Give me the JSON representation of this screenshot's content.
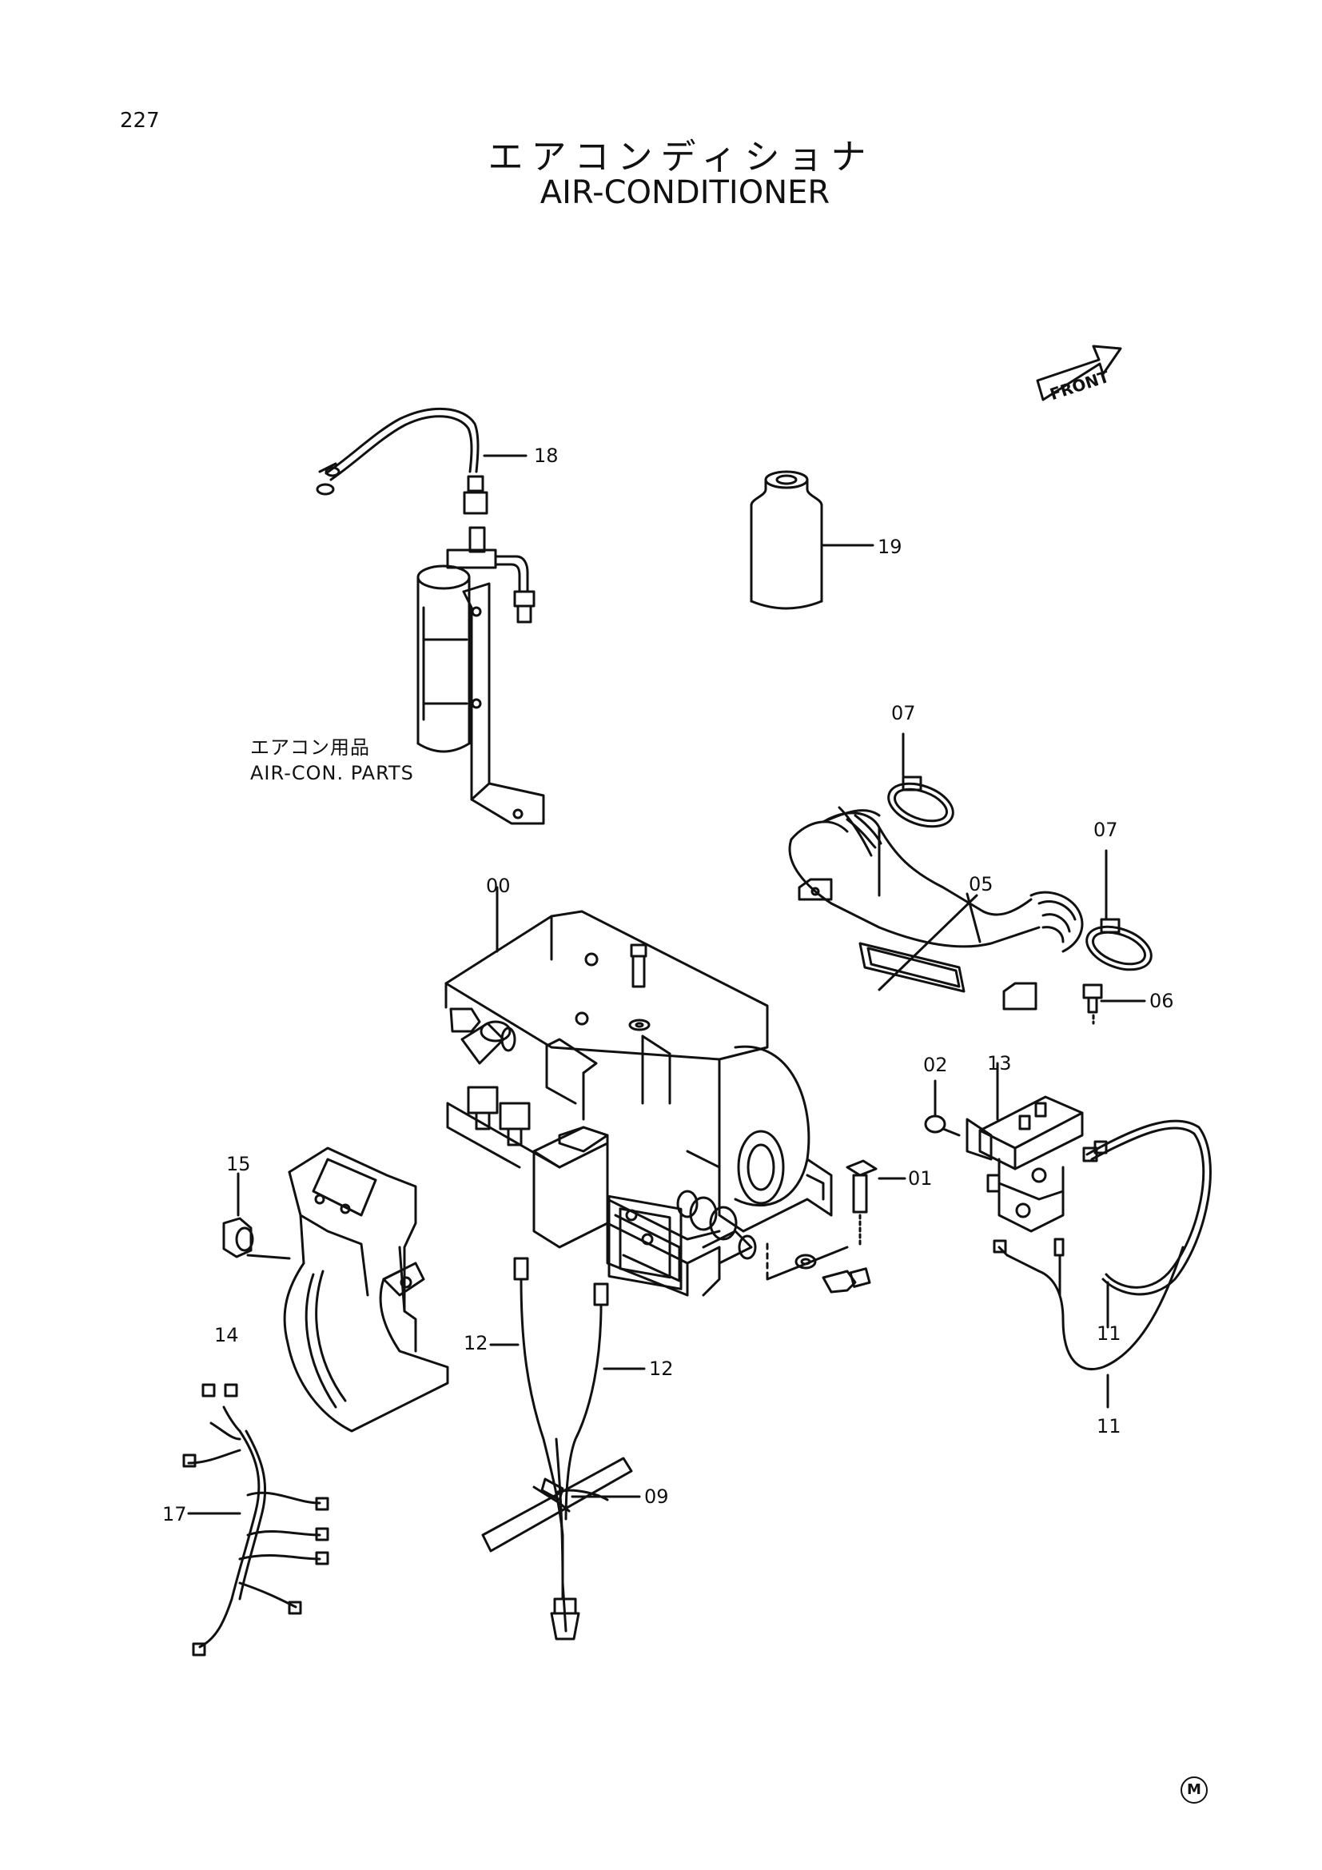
{
  "page_number": "227",
  "title_jp": "エアコンディショナ",
  "title_en": "AIR-CONDITIONER",
  "front_label": "FRONT",
  "note_jp": "エアコン用品",
  "note_en": "AIR-CON. PARTS",
  "callouts": {
    "c18": "18",
    "c19": "19",
    "c07a": "07",
    "c07b": "07",
    "c05": "05",
    "c00": "00",
    "c06": "06",
    "c02": "02",
    "c13": "13",
    "c01": "01",
    "c15": "15",
    "c14": "14",
    "c12a": "12",
    "c12b": "12",
    "c09": "09",
    "c11a": "11",
    "c11b": "11",
    "c17": "17"
  },
  "corner_mark": "M"
}
